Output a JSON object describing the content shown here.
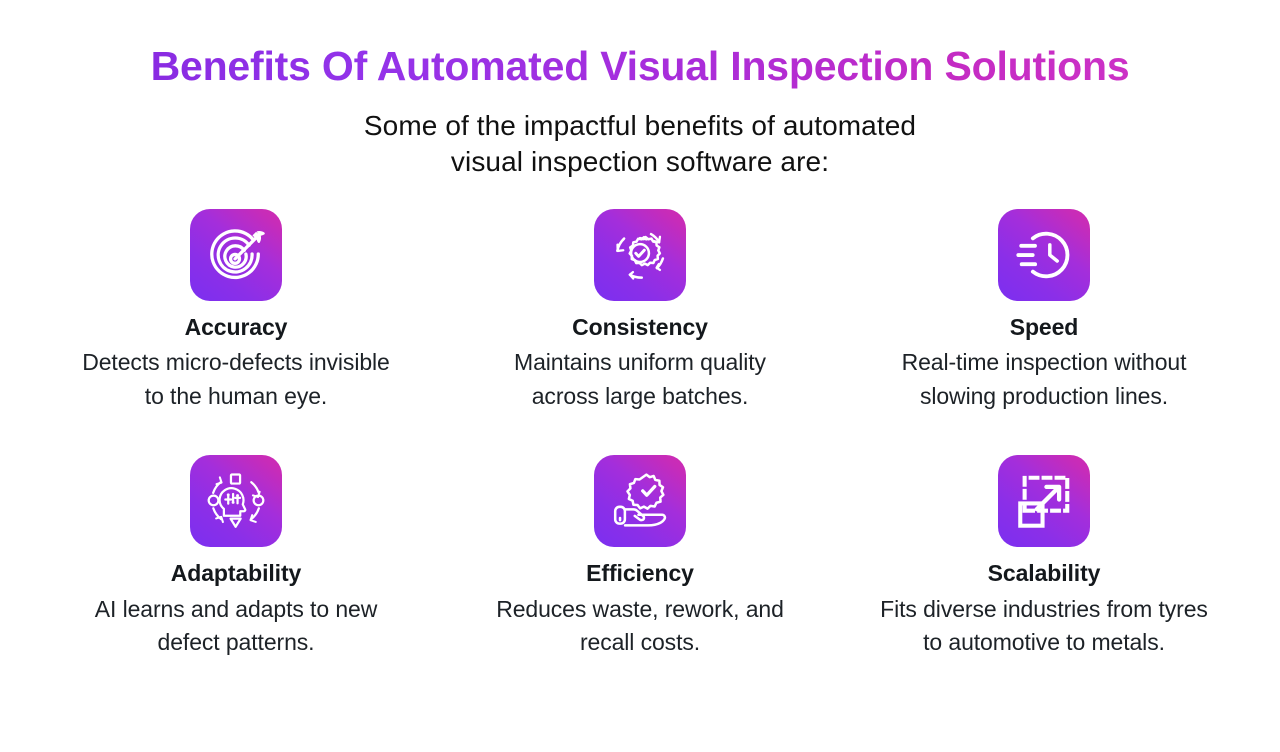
{
  "header": {
    "title": "Benefits Of Automated Visual Inspection Solutions",
    "subtitle_line_1": "Some of the impactful benefits of automated",
    "subtitle_line_2": "visual inspection software are:"
  },
  "theme": {
    "background": "#ffffff",
    "title_gradient_start": "#8A2BE2",
    "title_gradient_end": "#CC31C6",
    "tile_gradient_start": "#7B2FF0",
    "tile_gradient_end": "#D12BB0",
    "icon_color": "#ffffff",
    "heading_color": "#14181c",
    "body_color": "#1d2227"
  },
  "benefits": [
    {
      "icon": "target-dart-icon",
      "title": "Accuracy",
      "description": "Detects micro-defects invisible to the human eye."
    },
    {
      "icon": "gear-check-cycle-icon",
      "title": "Consistency",
      "description": "Maintains uniform quality across large batches."
    },
    {
      "icon": "clock-speed-lines-icon",
      "title": "Speed",
      "description": "Real-time inspection without slowing production lines."
    },
    {
      "icon": "ai-head-adapt-icon",
      "title": "Adaptability",
      "description": "AI learns and adapts to new defect patterns."
    },
    {
      "icon": "hand-gear-check-icon",
      "title": "Efficiency",
      "description": "Reduces waste, rework, and recall costs."
    },
    {
      "icon": "expand-square-arrow-icon",
      "title": "Scalability",
      "description": "Fits diverse industries from tyres to automotive to metals."
    }
  ]
}
